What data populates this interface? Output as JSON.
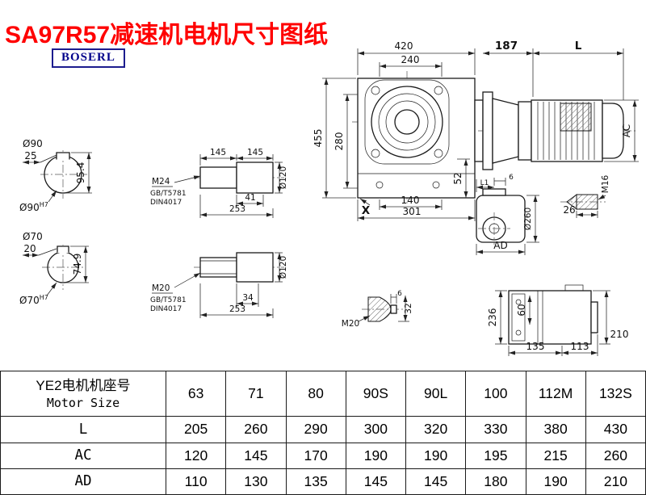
{
  "colors": {
    "title": "#ff0000",
    "logo_text": "#00008b",
    "logo_border": "#1c1c8e",
    "line": "#1a1a1a"
  },
  "title": "SA97R57减速机电机尺寸图纸",
  "logo": "BOSERL",
  "drawing": {
    "front_view": {
      "dim_420": "420",
      "dim_240": "240",
      "dim_455": "455",
      "dim_280": "280",
      "dim_52": "52",
      "dim_140": "140",
      "dim_301": "301",
      "label_x": "X"
    },
    "motor_view": {
      "dim_187": "187",
      "dim_l": "L",
      "dim_ac": "AC"
    },
    "side_view": {
      "dim_l1": "L1",
      "dim_6": "6",
      "dim_dia260": "Ø260",
      "dim_ad": "AD"
    },
    "bolt_detail": {
      "thread": "M16",
      "dim_26": "26"
    },
    "plug_detail": {
      "thread": "M20",
      "dim_6": "6",
      "dim_32": "32"
    },
    "top_view": {
      "dim_236": "236",
      "dim_60": "60",
      "dim_135": "135",
      "dim_113": "113",
      "dim_210": "210"
    },
    "section_90": {
      "dia": "Ø90",
      "key_width": "25",
      "key_height": "95.4",
      "fit_dia": "Ø90",
      "fit_tol": "H7"
    },
    "section_70": {
      "dia": "Ø70",
      "key_width": "20",
      "key_height": "74.9",
      "fit_dia": "Ø70",
      "fit_tol": "H7"
    },
    "shaft_90": {
      "dim_145a": "145",
      "dim_145b": "145",
      "dia": "Ø120",
      "thread": "M24",
      "std_gb": "GB/T5781",
      "std_din": "DIN4017",
      "dim_41": "41",
      "dim_253": "253"
    },
    "shaft_70": {
      "dia": "Ø120",
      "thread": "M20",
      "std_gb": "GB/T5781",
      "std_din": "DIN4017",
      "dim_34": "34",
      "dim_253": "253"
    }
  },
  "table": {
    "header_cn": "YE2电机机座号",
    "header_en": "Motor Size",
    "sizes": [
      "63",
      "71",
      "80",
      "90S",
      "90L",
      "100",
      "112M",
      "132S"
    ],
    "rows": [
      {
        "label": "L",
        "values": [
          "205",
          "260",
          "290",
          "300",
          "320",
          "330",
          "380",
          "430"
        ]
      },
      {
        "label": "AC",
        "values": [
          "120",
          "145",
          "170",
          "190",
          "190",
          "195",
          "215",
          "260"
        ]
      },
      {
        "label": "AD",
        "values": [
          "110",
          "130",
          "135",
          "145",
          "145",
          "180",
          "190",
          "210"
        ]
      }
    ]
  }
}
